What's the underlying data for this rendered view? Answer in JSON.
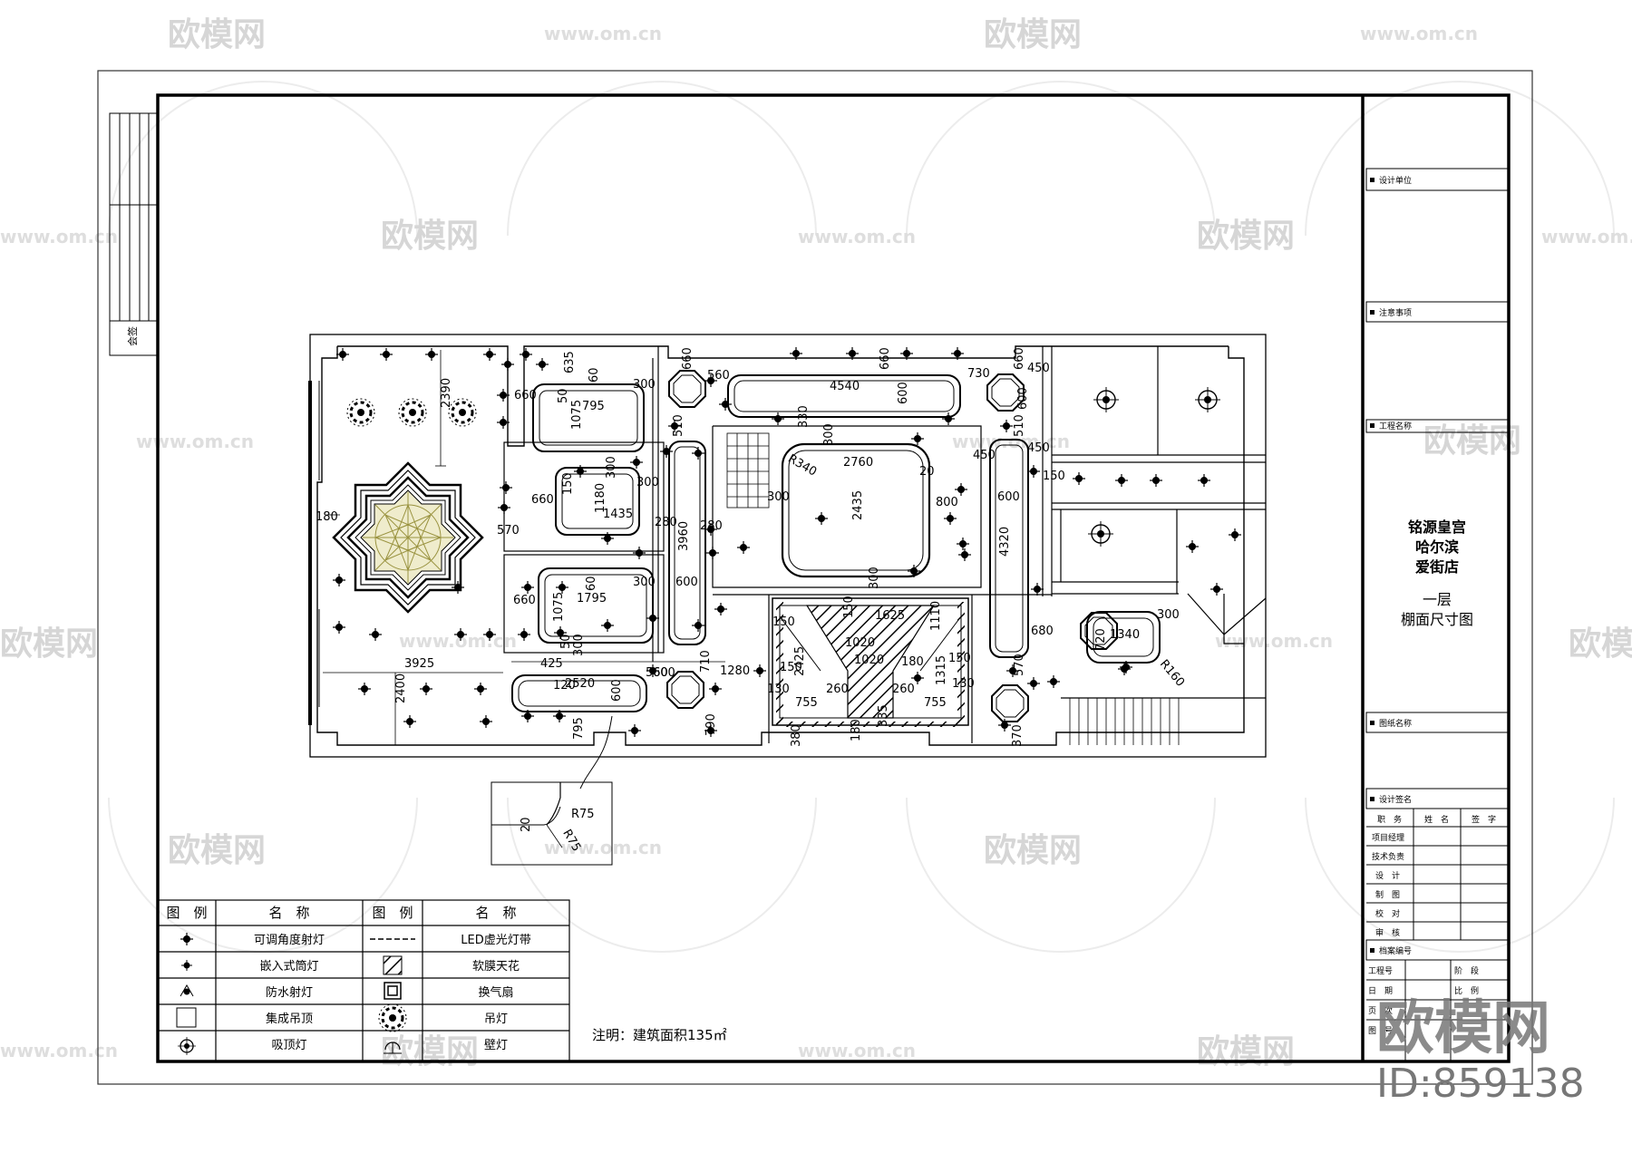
{
  "project": {
    "name_lines": [
      "铭源皇宫",
      "哈尔滨",
      "爱街店"
    ],
    "drawing_lines": [
      "一层",
      "棚面尺寸图"
    ]
  },
  "title_block": {
    "design_unit": "设计单位",
    "notes": "注意事项",
    "project_name": "工程名称",
    "drawing_name": "图纸名称",
    "design_sign": "设计签名",
    "sign_header": {
      "role": "职　务",
      "name": "姓　名",
      "sign": "签　字"
    },
    "sign_roles": [
      "项目经理",
      "技术负责",
      "设　计",
      "制　图",
      "校　对",
      "审　核"
    ],
    "archive_no": "档案编号",
    "archive_rows": [
      "工程号",
      "日　期",
      "页　次",
      "图　号"
    ],
    "archive_right": [
      "阶　段",
      "比　例"
    ]
  },
  "left_strip": {
    "countersign": "会签"
  },
  "legend": {
    "headers": [
      "图　例",
      "名　称",
      "图　例",
      "名　称"
    ],
    "rows": [
      {
        "left_icon": "adjustable-spotlight-icon",
        "left": "可调角度射灯",
        "right_icon": "dashed-line-icon",
        "right": "LED虚光灯带"
      },
      {
        "left_icon": "recessed-downlight-icon",
        "left": "嵌入式筒灯",
        "right_icon": "hatch-icon",
        "right": "软膜天花"
      },
      {
        "left_icon": "waterproof-light-icon",
        "left": "防水射灯",
        "right_icon": "fan-icon",
        "right": "换气扇"
      },
      {
        "left_icon": "square-icon",
        "left": "集成吊顶",
        "right_icon": "chandelier-icon",
        "right": "吊灯"
      },
      {
        "left_icon": "ceiling-light-icon",
        "left": "吸顶灯",
        "right_icon": "wall-lamp-icon",
        "right": "壁灯"
      }
    ]
  },
  "note": "注明：建筑面积135㎡",
  "detail": {
    "r1": "R75",
    "r2": "R75",
    "d": "20"
  },
  "dimensions": {
    "d635": "635",
    "d660a": "660",
    "d50": "50",
    "d795a": "795",
    "d1075a": "1075",
    "d60a": "60",
    "d300a": "300",
    "d660b": "660",
    "d560a": "560",
    "d4540": "4540",
    "d660c": "660",
    "d600a": "600",
    "d730": "730",
    "d660d": "660",
    "d450a": "450",
    "d600b": "600",
    "d2390": "2390",
    "d330": "330",
    "d300b": "300",
    "d510a": "510",
    "d510b": "510",
    "d150a": "150",
    "d1180": "1180",
    "d1435": "1435",
    "d300c": "300",
    "d300d": "300",
    "d660e": "660",
    "dR340": "R340",
    "d2760": "2760",
    "d20a": "20",
    "d300e": "300",
    "d2435": "2435",
    "d800": "800",
    "d450b": "450",
    "d450c": "450",
    "d150b": "150",
    "d180a": "180",
    "d570": "570",
    "d280a": "280",
    "d280b": "280",
    "d3960": "3960",
    "d600c": "600",
    "d4320": "4320",
    "d600d": "600",
    "d660f": "660",
    "d1075b": "1075",
    "d1795": "1795",
    "d60b": "60",
    "d300f": "300",
    "d50b": "50",
    "d300g": "300",
    "d120": "120",
    "d300h": "300",
    "d150c": "150",
    "d1625": "1625",
    "d1110": "1110",
    "d1020a": "1020",
    "d1020b": "1020",
    "d180b": "180",
    "d150d": "150",
    "d1315": "1315",
    "d720": "720",
    "d1340": "1340",
    "d300i": "300",
    "dR160": "R160",
    "d680": "680",
    "d3925": "3925",
    "d425": "425",
    "d710": "710",
    "d1280": "1280",
    "d2425": "2425",
    "d150e": "150",
    "d130a": "130",
    "d130b": "130",
    "d2520": "2520",
    "d560b": "560",
    "d600e": "600",
    "d600f": "600",
    "d2400": "2400",
    "d795b": "795",
    "d790": "790",
    "d260a": "260",
    "d260b": "260",
    "d755a": "755",
    "d755b": "755",
    "d380": "380",
    "d180c": "180",
    "d335": "335",
    "d570b": "570",
    "d370": "370",
    "d150f": "150"
  },
  "watermark": {
    "brand": "欧模网",
    "site": "www.om.cn",
    "id": "ID:859138"
  }
}
